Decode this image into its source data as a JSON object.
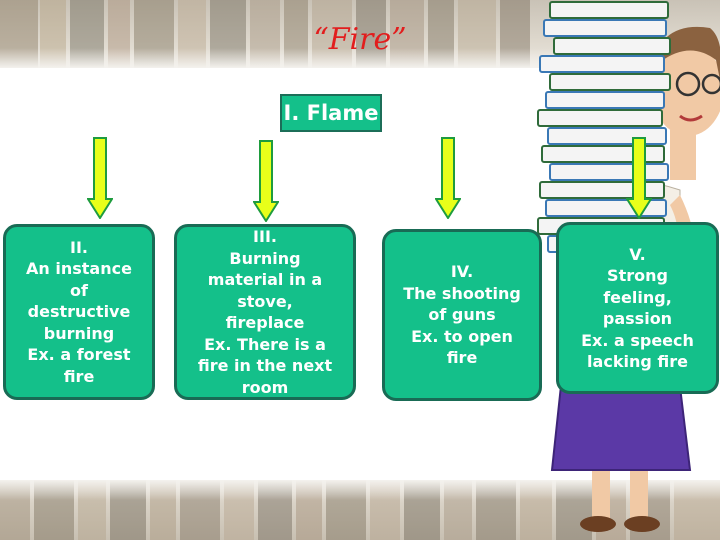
{
  "title": "“Fire”",
  "root": "I. Flame",
  "boxes": [
    {
      "numeral": "II.",
      "lines": [
        "An instance",
        "of",
        "destructive",
        "burning",
        "Ex. a forest",
        "fire"
      ]
    },
    {
      "numeral": "III.",
      "lines": [
        "Burning",
        "material in a",
        "stove,",
        "fireplace",
        "Ex. There is a",
        "fire in the next",
        "room"
      ]
    },
    {
      "numeral": "IV.",
      "lines": [
        "The shooting",
        "of guns",
        "Ex.  to open",
        "fire"
      ]
    },
    {
      "numeral": "V.",
      "lines": [
        "Strong",
        "feeling,",
        "passion",
        "Ex. a speech",
        "lacking fire"
      ]
    }
  ],
  "colors": {
    "box_fill": "#14c08a",
    "box_border": "#196b55",
    "arrow_fill": "#e8ff1a",
    "arrow_stroke": "#1e9c3e",
    "title": "#e21d1d"
  },
  "decoration": {
    "illustration": "teacher-holding-book-stack",
    "background": "bookshelf"
  }
}
